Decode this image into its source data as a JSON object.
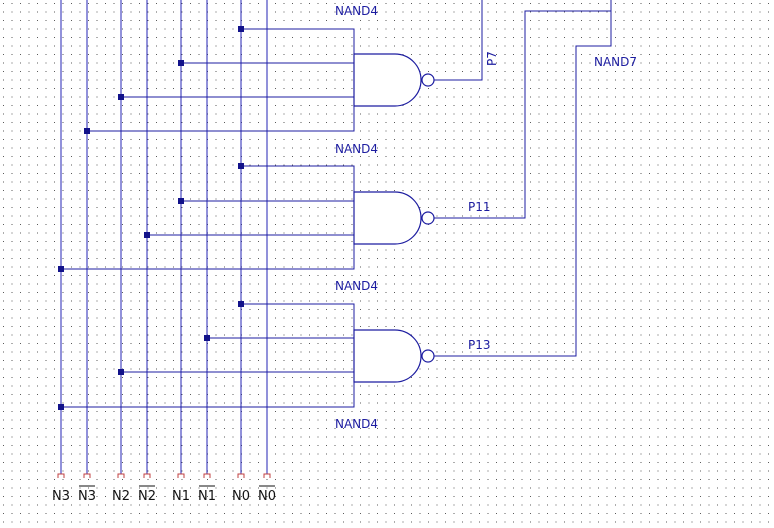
{
  "grid": {
    "dot_color": "#5a5a5a",
    "background": "#ffffff"
  },
  "colors": {
    "wire": "#1c1ca0",
    "junction": "#12128a",
    "pin": "#c04040",
    "label": "#1c1ca0",
    "bus_name": "#111111"
  },
  "inputs": [
    {
      "name": "N3",
      "inverted": false
    },
    {
      "name": "N3",
      "inverted": true
    },
    {
      "name": "N2",
      "inverted": false
    },
    {
      "name": "N2",
      "inverted": true
    },
    {
      "name": "N1",
      "inverted": false
    },
    {
      "name": "N1",
      "inverted": true
    },
    {
      "name": "N0",
      "inverted": false
    },
    {
      "name": "N0",
      "inverted": true
    }
  ],
  "gates": [
    {
      "type_label": "NAND4",
      "output_net": "P7",
      "inputs": [
        "N0",
        "N1",
        "N2",
        "N3'"
      ]
    },
    {
      "type_label": "NAND4",
      "output_net": "P11",
      "inputs": [
        "N0",
        "N1",
        "N2'",
        "N3"
      ]
    },
    {
      "type_label": "NAND4",
      "output_net": "P13",
      "inputs": [
        "N0",
        "N1'",
        "N2",
        "N3"
      ]
    }
  ],
  "top_labels": {
    "gate_above": "NAND4",
    "bottom_gate": "NAND4",
    "output_gate": "NAND7"
  }
}
